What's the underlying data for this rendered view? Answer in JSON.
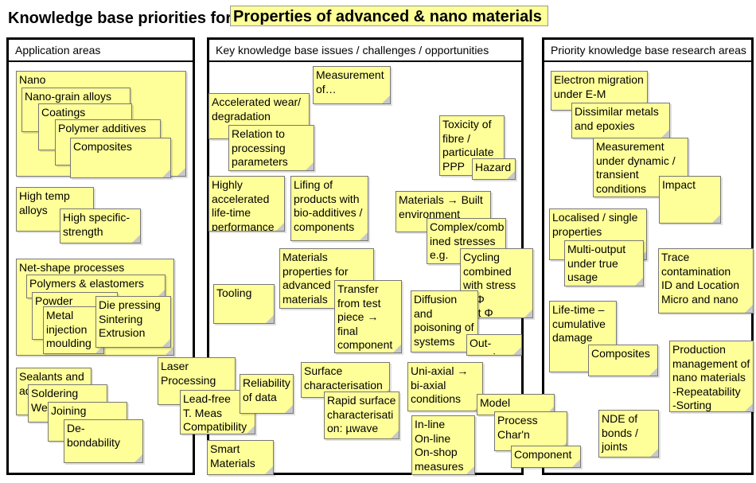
{
  "title": {
    "prefix": "Knowledge base priorities for",
    "topic": "Properties of advanced & nano materials"
  },
  "panels": {
    "application": {
      "header": "Application areas"
    },
    "issues": {
      "header": "Key knowledge base issues / challenges / opportunities"
    },
    "research": {
      "header": "Priority knowledge base research areas"
    }
  },
  "notes": {
    "nano": "Nano",
    "nano_grain_alloys": "Nano-grain alloys",
    "coatings": "Coatings",
    "polymer_additives": "Polymer additives",
    "composites_app": "Composites",
    "high_temp_alloys": "High temp\nalloys",
    "high_specific_strength": "High specific-\nstrength",
    "net_shape_processes": "Net-shape processes",
    "polymers_elastomers": "Polymers & elastomers",
    "powder": "Powder",
    "metal_injection_moulding": "Metal\ninjection\nmoulding",
    "die_pressing": "Die pressing\nSintering\nExtrusion",
    "sealants_adhesives": "Sealants and\nad",
    "soldering": "Soldering\nWe",
    "joining": "Joining",
    "debondability": "De-\nbondability",
    "laser_processing": "Laser\nProcessing",
    "lead_free": "Lead-free\nT. Meas\nCompatibility",
    "reliability_of_data": "Reliability\nof data",
    "smart_materials": "Smart\nMaterials",
    "measurement_of": "Measurement\nof…",
    "accelerated_wear": "Accelerated wear/\ndegradation",
    "relation_to_processing": "Relation to\nprocessing\nparameters",
    "toxicity": "Toxicity of\nfibre /\nparticulate\nPPP",
    "hazard": "Hazard",
    "highly_accelerated": "Highly\naccelerated\nlife-time\nperformance",
    "lifing_of_products": "Lifing of\nproducts with\nbio-additives /\ncomponents",
    "materials_built_env": "Materials → Built\nenvironment",
    "complex_combined": "Complex/comb\nined stresses\ne.g.",
    "cycling_combined": "Cycling\ncombined\nwith stress\nIn Φ\nOut Φ",
    "materials_properties": "Materials\nproperties for\nadvanced\nmaterials",
    "transfer_from_test": "Transfer\nfrom test\npiece →\nfinal\ncomponent",
    "tooling": "Tooling",
    "diffusion": "Diffusion\nand\npoisoning of\nsystems",
    "out_gassing": "Out-gassing",
    "surface_characterisation": "Surface\ncharacterisation",
    "rapid_surface": "Rapid surface\ncharacterisati\non: µwave",
    "uni_axial": "Uni-axial →\nbi-axial\nconditions",
    "in_line": "In-line\nOn-line\nOn-shop\nmeasures",
    "model": "Model",
    "process_charn": "Process\nChar'n",
    "component": "Component",
    "electron_migration": "Electron migration\nunder E-M",
    "dissimilar_metals": "Dissimilar metals\nand epoxies",
    "measurement_dynamic": "Measurement\nunder dynamic /\ntransient\nconditions",
    "impact": "Impact",
    "localised_single": "Localised / single\nproperties",
    "multi_output": "Multi-output\nunder true\nusage",
    "trace_contamination": "Trace\ncontamination\nID and Location\nMicro and nano",
    "life_time_damage": "Life-time –\ncumulative\ndamage",
    "composites_res": "Composites",
    "production_management": "Production\nmanagement of\nnano materials\n-Repeatability\n-Sorting",
    "nde_of_bonds": "NDE of\nbonds /\njoints"
  }
}
